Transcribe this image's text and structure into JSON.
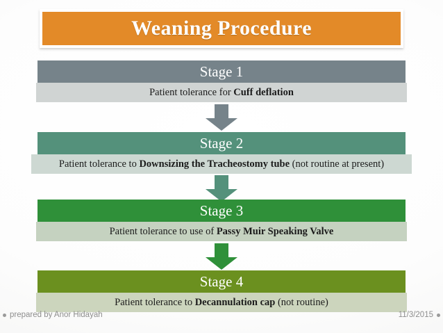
{
  "slide": {
    "title": "Weaning Procedure",
    "title_bar_color": "#e38a28",
    "background": "#fbfbfa"
  },
  "stages": [
    {
      "header": "Stage 1",
      "header_color": "#76838a",
      "body_color": "#d0d4d3",
      "body_prefix": "Patient tolerance for ",
      "body_bold": "Cuff deflation",
      "body_suffix": ""
    },
    {
      "header": "Stage 2",
      "header_color": "#54917b",
      "body_color": "#cdd8d2",
      "body_prefix": "Patient tolerance to ",
      "body_bold": "Downsizing the Tracheostomy tube",
      "body_suffix": " (not routine at present)"
    },
    {
      "header": "Stage 3",
      "header_color": "#2f9039",
      "body_color": "#c5d2c0",
      "body_prefix": "Patient tolerance to use of ",
      "body_bold": "Passy Muir Speaking Valve",
      "body_suffix": ""
    },
    {
      "header": "Stage 4",
      "header_color": "#6b901f",
      "body_color": "#ccd5bd",
      "body_prefix": "Patient tolerance to ",
      "body_bold": "Decannulation cap",
      "body_suffix": " (not routine)"
    }
  ],
  "arrows": [
    {
      "name": "arrow-stage1-to-stage2",
      "color": "#76838a"
    },
    {
      "name": "arrow-stage2-to-stage3",
      "color": "#54917b"
    },
    {
      "name": "arrow-stage3-to-stage4",
      "color": "#2f9039"
    }
  ],
  "footer": {
    "left_text": "prepared by Anor Hidayah",
    "right_text": "11/3/2015"
  }
}
